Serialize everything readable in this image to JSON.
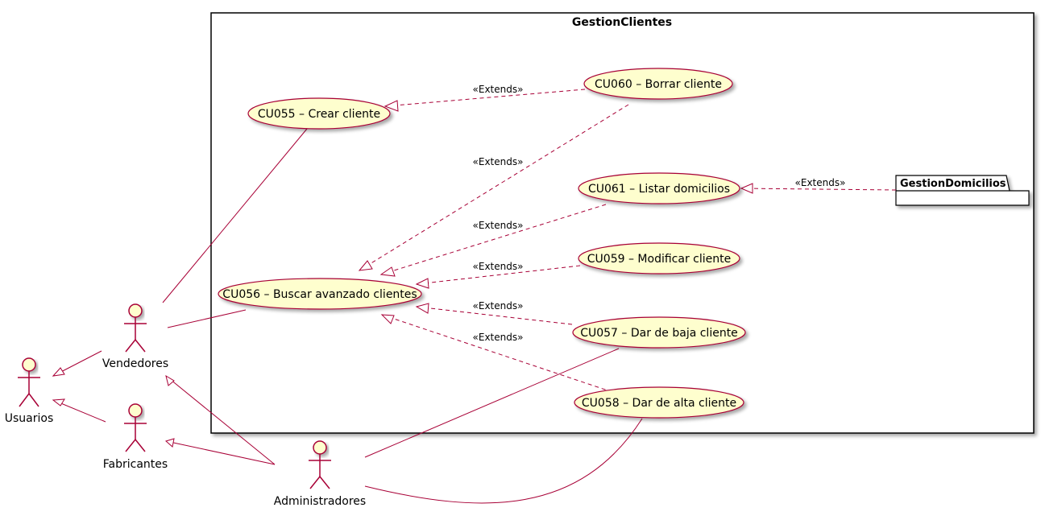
{
  "package": {
    "title": "GestionClientes"
  },
  "external_package": {
    "title": "GestionDomicilios"
  },
  "colors": {
    "actor_stroke": "#a80036",
    "actor_fill": "#fefece",
    "usecase_fill": "#fefece",
    "usecase_stroke": "#a80036",
    "line": "#a80036"
  },
  "actors": [
    {
      "id": "usuarios",
      "label": "Usuarios"
    },
    {
      "id": "vendedores",
      "label": "Vendedores"
    },
    {
      "id": "fabricantes",
      "label": "Fabricantes"
    },
    {
      "id": "administradores",
      "label": "Administradores"
    }
  ],
  "usecases": [
    {
      "id": "cu055",
      "label": "CU055 – Crear cliente"
    },
    {
      "id": "cu060",
      "label": "CU060 – Borrar cliente"
    },
    {
      "id": "cu061",
      "label": "CU061 – Listar domicilios"
    },
    {
      "id": "cu059",
      "label": "CU059 – Modificar cliente"
    },
    {
      "id": "cu056",
      "label": "CU056 – Buscar avanzado clientes"
    },
    {
      "id": "cu057",
      "label": "CU057 – Dar de baja cliente"
    },
    {
      "id": "cu058",
      "label": "CU058 – Dar de alta cliente"
    }
  ],
  "extends_labels": [
    {
      "id": "e1",
      "label": "«Extends»"
    },
    {
      "id": "e2",
      "label": "«Extends»"
    },
    {
      "id": "e3",
      "label": "«Extends»"
    },
    {
      "id": "e4",
      "label": "«Extends»"
    },
    {
      "id": "e5",
      "label": "«Extends»"
    },
    {
      "id": "e6",
      "label": "«Extends»"
    },
    {
      "id": "e7",
      "label": "«Extends»"
    }
  ]
}
